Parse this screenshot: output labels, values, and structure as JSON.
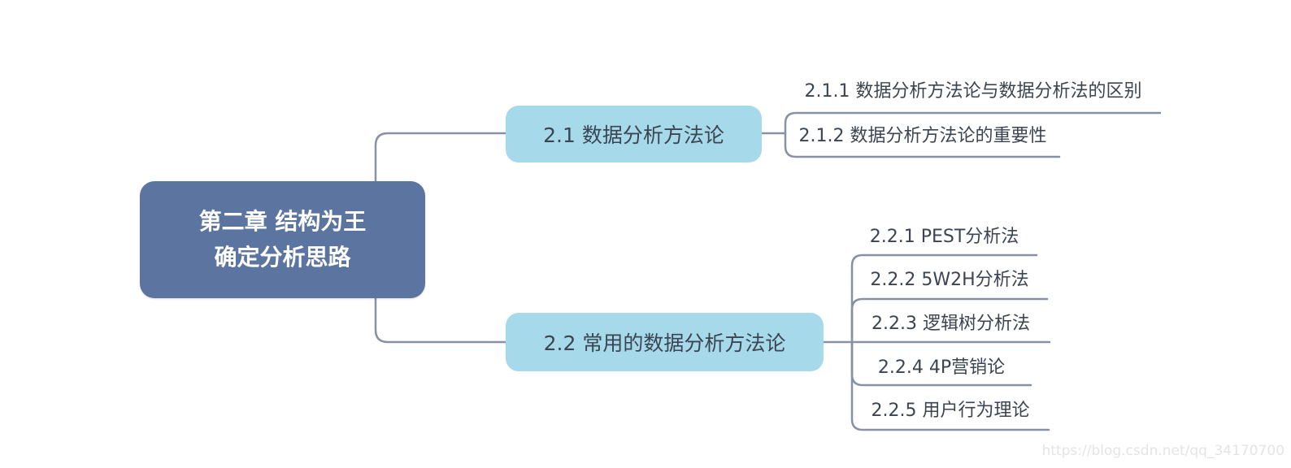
{
  "colors": {
    "root_fill": "#5b74a0",
    "branch_fill": "#a6daea",
    "line": "#8791a3",
    "root_text": "#ffffff",
    "topic_text": "#3c4452",
    "watermark_text": "#e4e4e4"
  },
  "root": {
    "line1": "第二章 结构为王",
    "line2": "确定分析思路"
  },
  "branches": [
    {
      "label": "2.1 数据分析方法论",
      "children": [
        "2.1.1 数据分析方法论与数据分析法的区别",
        "2.1.2 数据分析方法论的重要性"
      ]
    },
    {
      "label": "2.2 常用的数据分析方法论",
      "children": [
        "2.2.1 PEST分析法",
        "2.2.2 5W2H分析法",
        "2.2.3 逻辑树分析法",
        "2.2.4 4P营销论",
        "2.2.5 用户行为理论"
      ]
    }
  ],
  "watermark": "https://blog.csdn.net/qq_34170700"
}
